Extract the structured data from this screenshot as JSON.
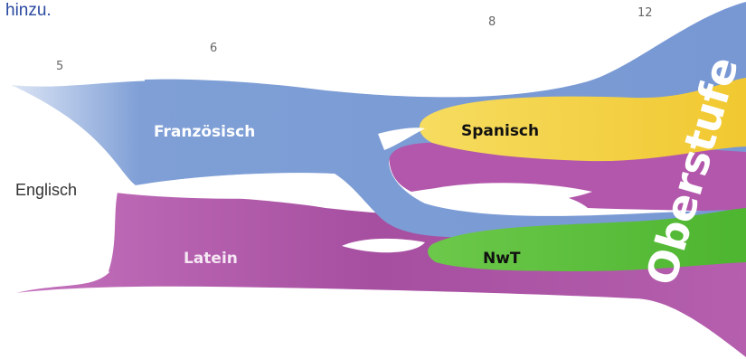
{
  "intro_text": "hinzu.",
  "grade_labels": {
    "g5": "5",
    "g6": "6",
    "g8": "8",
    "g12": "12"
  },
  "language_labels": {
    "englisch": "Englisch",
    "franzoesisch": "Französisch",
    "latein": "Latein",
    "spanisch": "Spanisch",
    "nwt": "NwT"
  },
  "stage_label": "Oberstufe",
  "colors": {
    "intro_text": "#2a4aa0",
    "grade_text": "#666666",
    "englisch_text": "#333333",
    "blue": "#7f9fd6",
    "blue_dark": "#6a8cd0",
    "purple": "#b55fae",
    "purple_dark": "#a64ea0",
    "yellow": "#f3cf3e",
    "green": "#5cbf3c",
    "label_light": "#ffffff",
    "label_dark": "#111111"
  }
}
